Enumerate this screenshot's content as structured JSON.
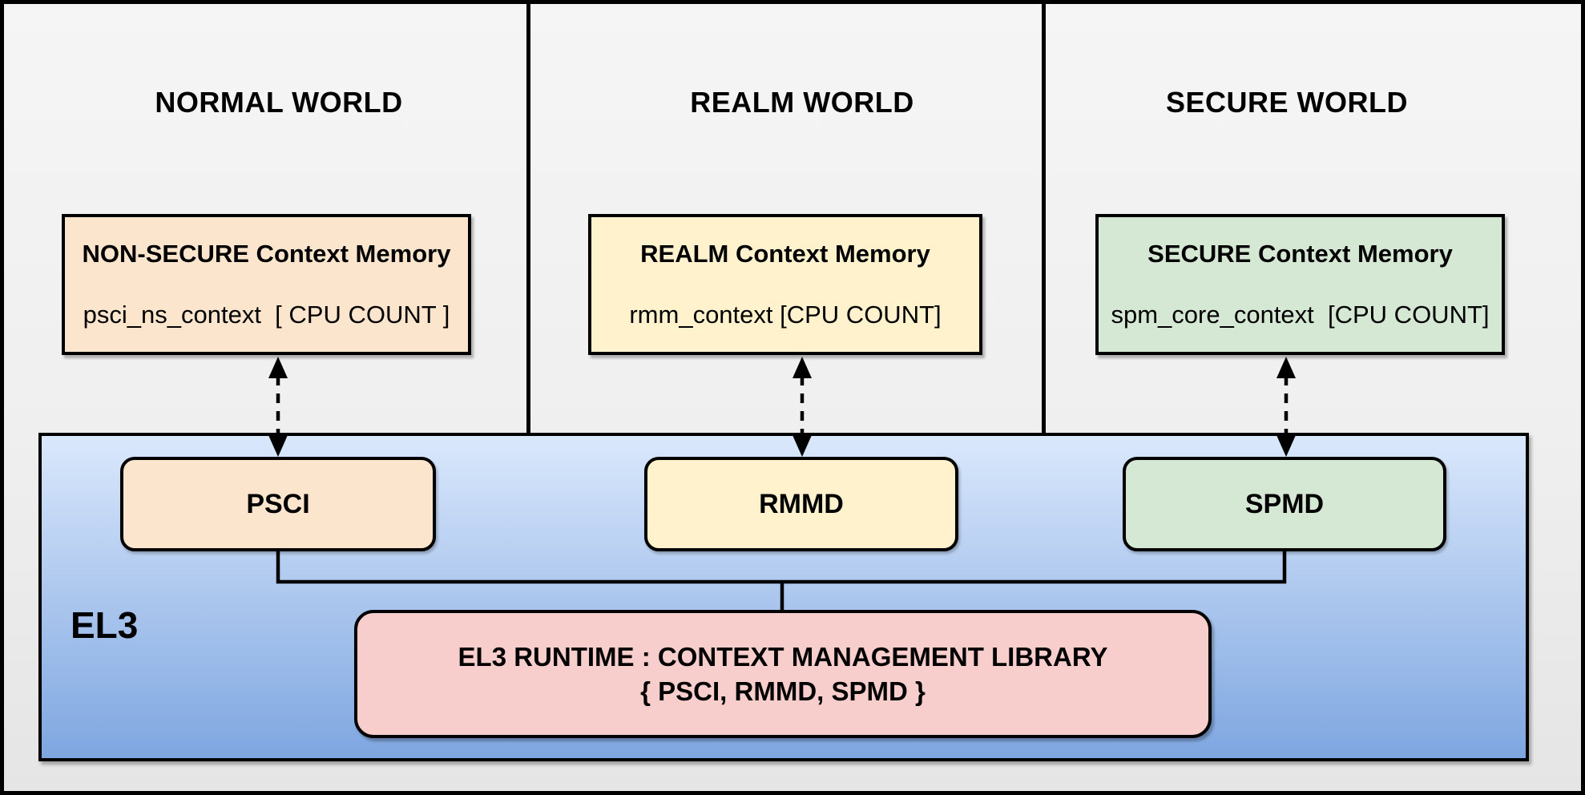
{
  "diagram": {
    "worlds": [
      {
        "title": "NORMAL WORLD",
        "memory_box": {
          "title": "NON-SECURE Context Memory",
          "variable": "psci_ns_context  [ CPU COUNT ]",
          "fill": "#FCE5CD"
        },
        "dispatcher": {
          "label": "PSCI",
          "fill": "#FCE5CD"
        }
      },
      {
        "title": "REALM WORLD",
        "memory_box": {
          "title": "REALM Context Memory",
          "variable": "rmm_context [CPU COUNT]",
          "fill": "#FFF2CC"
        },
        "dispatcher": {
          "label": "RMMD",
          "fill": "#FFF2CC"
        }
      },
      {
        "title": "SECURE WORLD",
        "memory_box": {
          "title": "SECURE Context Memory",
          "variable": "spm_core_context  [CPU COUNT]",
          "fill": "#D5E8D4"
        },
        "dispatcher": {
          "label": "SPMD",
          "fill": "#D5E8D4"
        }
      }
    ],
    "el3": {
      "label": "EL3",
      "runtime_box": {
        "line1": "EL3 RUNTIME : CONTEXT MANAGEMENT LIBRARY",
        "line2": "{ PSCI, RMMD, SPMD }",
        "fill": "#F8CECC"
      },
      "fill_top": "#DAE8FC",
      "fill_bottom": "#7EA6E0"
    },
    "colors": {
      "background": "#EFEFEF",
      "line": "#000000"
    }
  }
}
